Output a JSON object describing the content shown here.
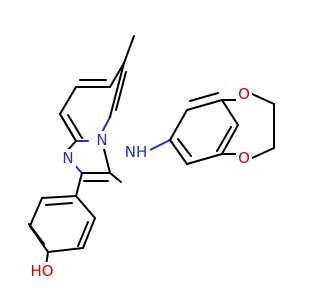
{
  "molecule": {
    "atom_labels": {
      "n_ring_top": "N",
      "n_ring_bridge": "N",
      "nh": "NH",
      "o_upper": "O",
      "o_lower": "O",
      "oh": "HO"
    },
    "colors": {
      "carbon": "#000000",
      "nitrogen": "#2b2bd6",
      "oxygen": "#d40000",
      "background": "#ffffff"
    }
  }
}
